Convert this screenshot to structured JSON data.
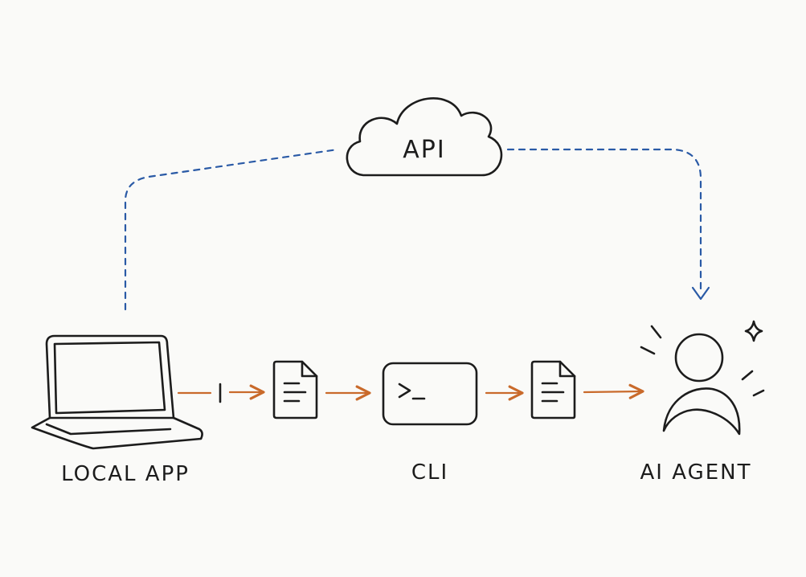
{
  "nodes": {
    "local_app": {
      "label": "LOCAL APP"
    },
    "cli": {
      "label": "CLI",
      "prompt_glyph": ">_"
    },
    "ai_agent": {
      "label": "AI AGENT"
    },
    "api": {
      "label": "API"
    }
  },
  "icons": {
    "laptop": "laptop-icon",
    "document": "document-icon",
    "terminal": "terminal-icon",
    "person": "person-icon",
    "cloud": "cloud-icon",
    "sparkle": "sparkle-icon"
  },
  "colors": {
    "ink": "#1c1c1c",
    "local_flow": "#c96a2b",
    "api_flow": "#2a5aa6",
    "background": "#fafaf8"
  },
  "edges": [
    {
      "from": "LOCAL APP",
      "to": "document",
      "style": "solid",
      "color": "orange"
    },
    {
      "from": "document",
      "to": "CLI",
      "style": "solid",
      "color": "orange"
    },
    {
      "from": "CLI",
      "to": "document",
      "style": "solid",
      "color": "orange"
    },
    {
      "from": "document",
      "to": "AI AGENT",
      "style": "solid",
      "color": "orange"
    },
    {
      "from": "LOCAL APP",
      "to": "API",
      "style": "dashed",
      "color": "blue"
    },
    {
      "from": "API",
      "to": "AI AGENT",
      "style": "dashed",
      "color": "blue"
    }
  ]
}
